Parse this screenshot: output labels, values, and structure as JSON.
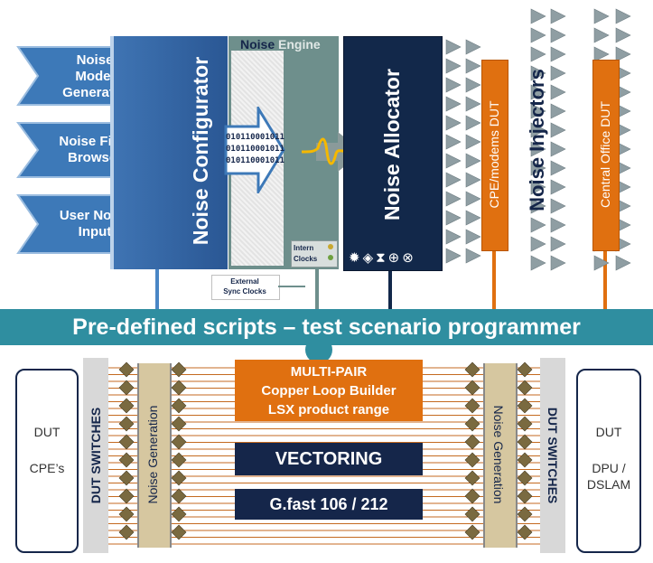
{
  "inputs": [
    {
      "label": "Noise\nModel\nGenerator"
    },
    {
      "label": "Noise Files\nBrowser"
    },
    {
      "label": "User Noise\nInput"
    }
  ],
  "configurator": {
    "label": "Noise Configurator"
  },
  "engine": {
    "title_noise": "Noise",
    "title_engine": "Engine",
    "binary": "010110001011\n010110001011\n010110001011",
    "intern_clocks": "Intern\nClocks",
    "external_sync": "External\nSync Clocks"
  },
  "allocator": {
    "label": "Noise Allocator"
  },
  "injectors": {
    "cpe": "CPE/modems DUT",
    "title": "Noise Injectors",
    "co": "Central Office DUT"
  },
  "scripts_bar": {
    "label": "Pre-defined scripts – test scenario programmer"
  },
  "bottom": {
    "dut_left": {
      "line1": "DUT",
      "line2": "CPE’s"
    },
    "dut_switches": "DUT SWITCHES",
    "noise_generation": "Noise Generation",
    "multipair": {
      "line1": "MULTI-PAIR",
      "line2": "Copper Loop Builder",
      "line3": "LSX product range"
    },
    "vectoring": "VECTORING",
    "gfast": "G.fast 106 / 212",
    "dut_right": {
      "line1": "DUT",
      "line2": "DPU /",
      "line3": "DSLAM"
    }
  },
  "colors": {
    "arrow_blue": "#3d79b8",
    "configurator": "#2f5f9e",
    "engine_gray": "#6e8f8c",
    "allocator_navy": "#12284a",
    "orange": "#e07010",
    "teal_bar": "#2f8ea0",
    "dark_navy": "#15264a"
  }
}
